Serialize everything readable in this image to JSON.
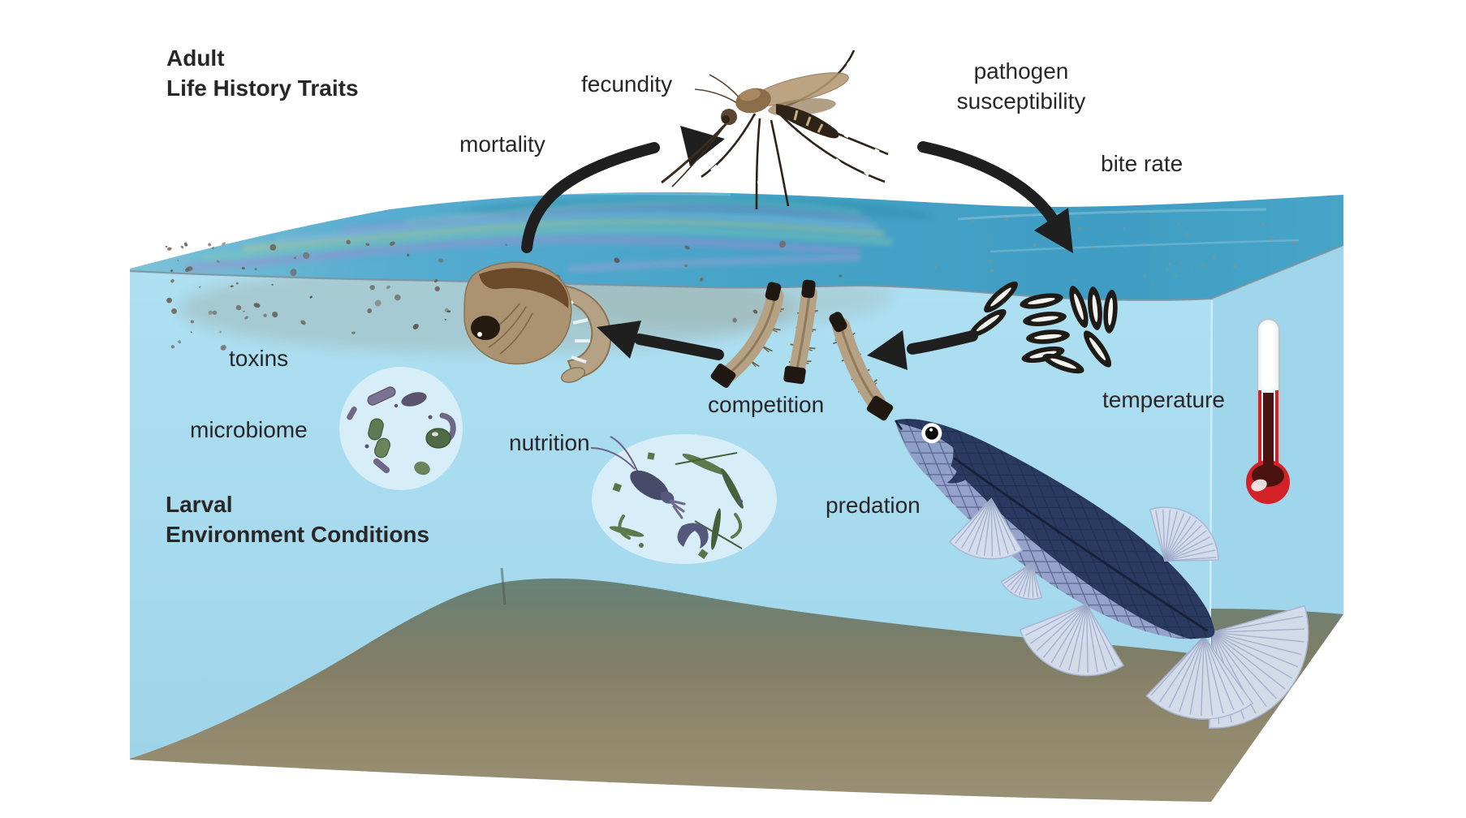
{
  "figure": {
    "headings": {
      "adult_line1": "Adult",
      "adult_line2": "Life History Traits",
      "larval_line1": "Larval",
      "larval_line2": "Environment Conditions"
    },
    "labels": {
      "fecundity": "fecundity",
      "mortality": "mortality",
      "pathogen_line1": "pathogen",
      "pathogen_line2": "susceptibility",
      "bite_rate": "bite rate",
      "toxins": "toxins",
      "microbiome": "microbiome",
      "nutrition": "nutrition",
      "competition": "competition",
      "predation": "predation",
      "temperature": "temperature"
    },
    "colors": {
      "text": "#2a2627",
      "arrow": "#1f1f1f",
      "water_front": "#a7dbee",
      "water_right": "#9fd6eb",
      "water_surface": "#47a3c8",
      "sediment": "#8f8770",
      "egg": "#1e1a15",
      "larva": "#b5a183",
      "pupa": "#ab9271",
      "mosquito_brown": "#8a6d49",
      "fish_back": "#2b3a60",
      "fish_belly": "#95a2cc",
      "fish_fin": "#d6deee",
      "thermometer_red": "#d42127",
      "microbe_purple": "#6f6787",
      "microbe_green": "#5e7a52",
      "bubble": "#d7eef8"
    }
  }
}
